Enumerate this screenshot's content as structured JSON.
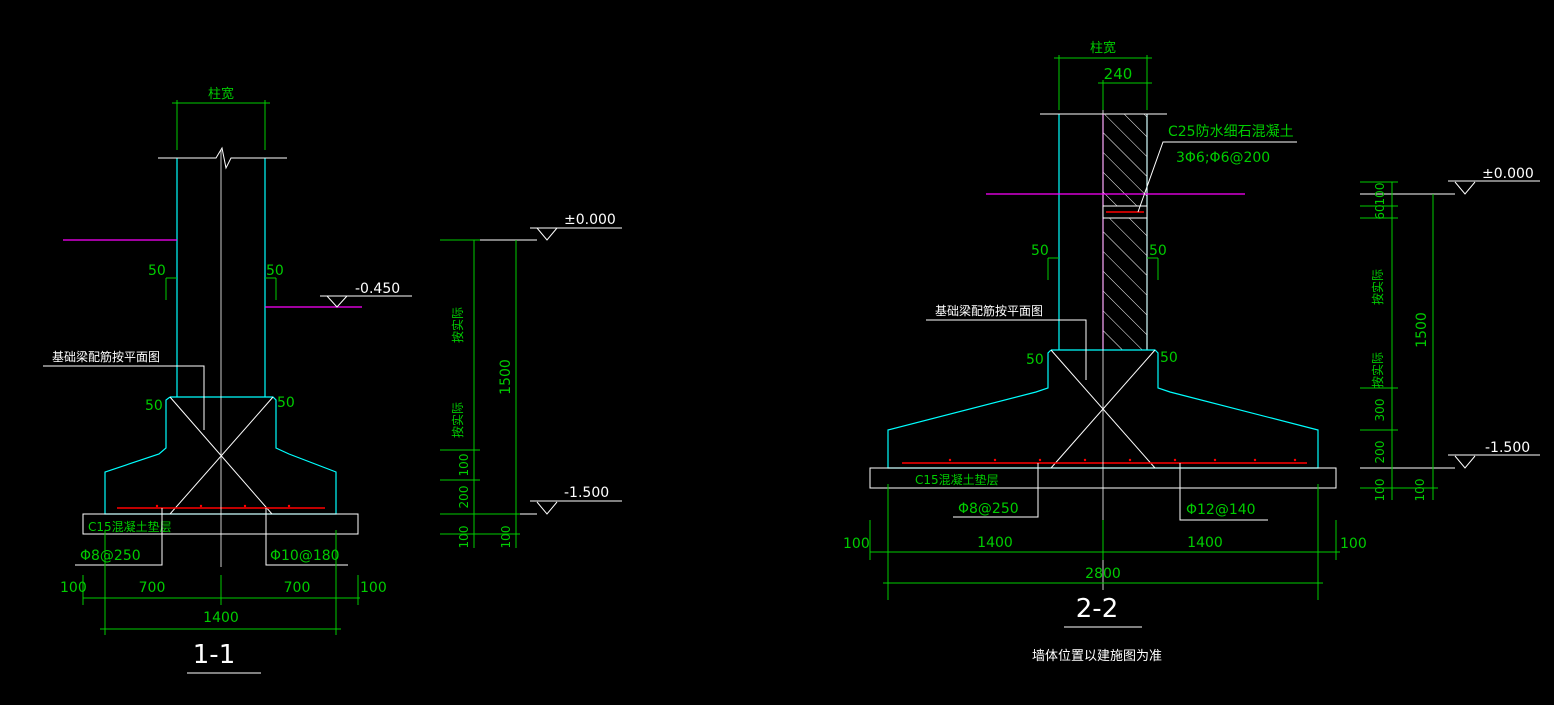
{
  "colors": {
    "background": "#000000",
    "concrete_outline": "#00ffff",
    "dimension": "#00cc00",
    "annotation": "#ffffff",
    "ground_line": "#ff00ff",
    "rebar": "#ff0000"
  },
  "section_1": {
    "column_width_label": "柱宽",
    "dim_50_ul": "50",
    "dim_50_ur": "50",
    "dim_50_ll": "50",
    "dim_50_lr": "50",
    "level_0": "±0.000",
    "level_m0450": "-0.450",
    "level_m1500": "-1.500",
    "beam_note": "基础梁配筋按平面图",
    "cushion_label": "C15混凝土垫层",
    "rebar_left": "Φ8@250",
    "rebar_right": "Φ10@180",
    "dim_bottom": [
      "100",
      "700",
      "700",
      "100"
    ],
    "dim_total": "1400",
    "vdim_total": "1500",
    "vdim_segments": [
      "按实际",
      "按实际",
      "100",
      "200",
      "100",
      "100"
    ],
    "section_label": "1-1"
  },
  "section_2": {
    "column_width_label": "柱宽",
    "wall_width": "240",
    "concrete_note_1": "C25防水细石混凝土",
    "concrete_note_2": "3Φ6;Φ6@200",
    "dim_50_ul": "50",
    "dim_50_ur": "50",
    "dim_50_ll": "50",
    "dim_50_lr": "50",
    "level_0": "±0.000",
    "level_m1500": "-1.500",
    "beam_note": "基础梁配筋按平面图",
    "cushion_label": "C15混凝土垫层",
    "rebar_left": "Φ8@250",
    "rebar_right": "Φ12@140",
    "dim_bottom": [
      "100",
      "1400",
      "1400",
      "100"
    ],
    "dim_total": "2800",
    "vdim_total": "1500",
    "vdim_segments": [
      "100",
      "60",
      "按实际",
      "按实际",
      "300",
      "200",
      "100",
      "100"
    ],
    "section_label": "2-2",
    "wall_note": "墙体位置以建施图为准"
  }
}
